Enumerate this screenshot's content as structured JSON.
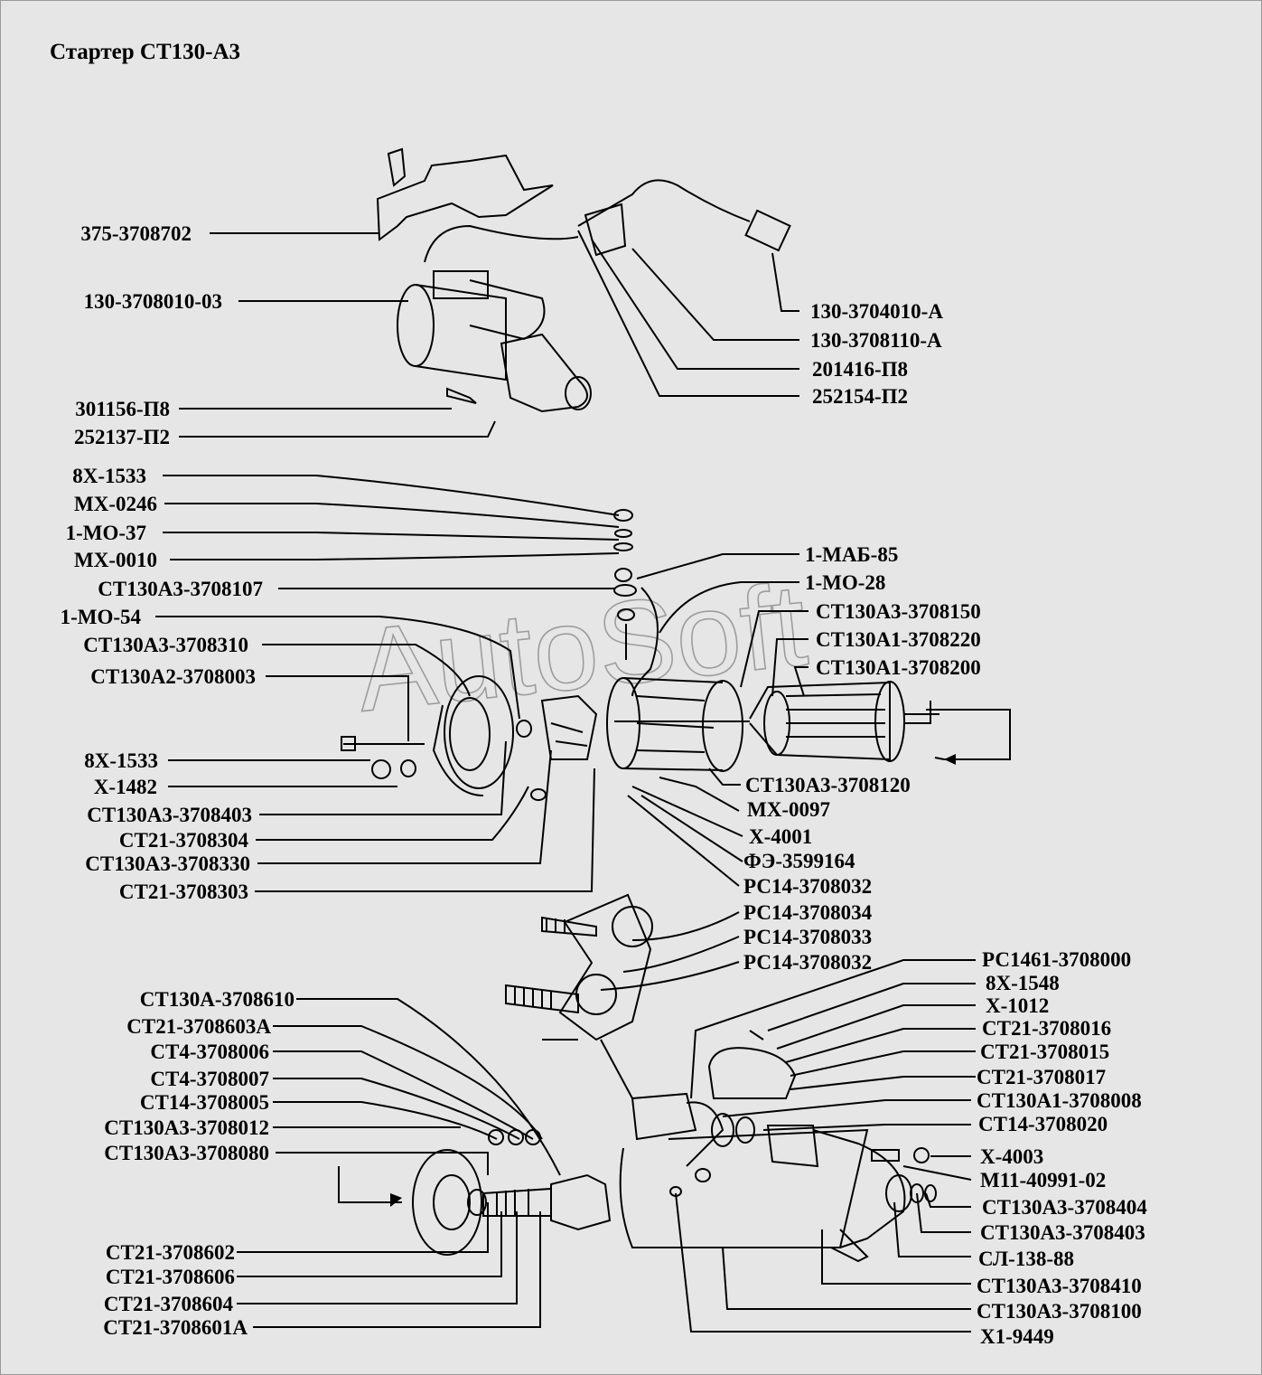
{
  "title": "Стартер СТ130-А3",
  "watermark": "AutoSoft",
  "labels_left": [
    "375-3708702",
    "130-3708010-03",
    "301156-П8",
    "252137-П2",
    "8Х-1533",
    "МХ-0246",
    "1-МО-37",
    "МХ-0010",
    "СТ130А3-3708107",
    "1-МО-54",
    "СТ130А3-3708310",
    "СТ130А2-3708003",
    "8Х-1533",
    "Х-1482",
    "СТ130А3-3708403",
    "СТ21-3708304",
    "СТ130А3-3708330",
    "СТ21-3708303",
    "СТ130А-3708610",
    "СТ21-3708603А",
    "СТ4-3708006",
    "СТ4-3708007",
    "СТ14-3708005",
    "СТ130А3-3708012",
    "СТ130А3-3708080",
    "СТ21-3708602",
    "СТ21-3708606",
    "СТ21-3708604",
    "СТ21-3708601А"
  ],
  "labels_right": [
    "130-3704010-А",
    "130-3708110-А",
    "201416-П8",
    "252154-П2",
    "1-МАБ-85",
    "1-МО-28",
    "СТ130А3-3708150",
    "СТ130А1-3708220",
    "СТ130А1-3708200",
    "СТ130А3-3708120",
    "МХ-0097",
    "Х-4001",
    "ФЭ-3599164",
    "РС14-3708032",
    "РС14-3708034",
    "РС14-3708033",
    "РС14-3708032",
    "РС1461-3708000",
    "8Х-1548",
    "Х-1012",
    "СТ21-3708016",
    "СТ21-3708015",
    "СТ21-3708017",
    "СТ130А1-3708008",
    "СТ14-3708020",
    "Х-4003",
    "М11-40991-02",
    "СТ130А3-3708404",
    "СТ130А3-3708403",
    "СЛ-138-88",
    "СТ130А3-3708410",
    "СТ130А3-3708100",
    "Х1-9449"
  ]
}
